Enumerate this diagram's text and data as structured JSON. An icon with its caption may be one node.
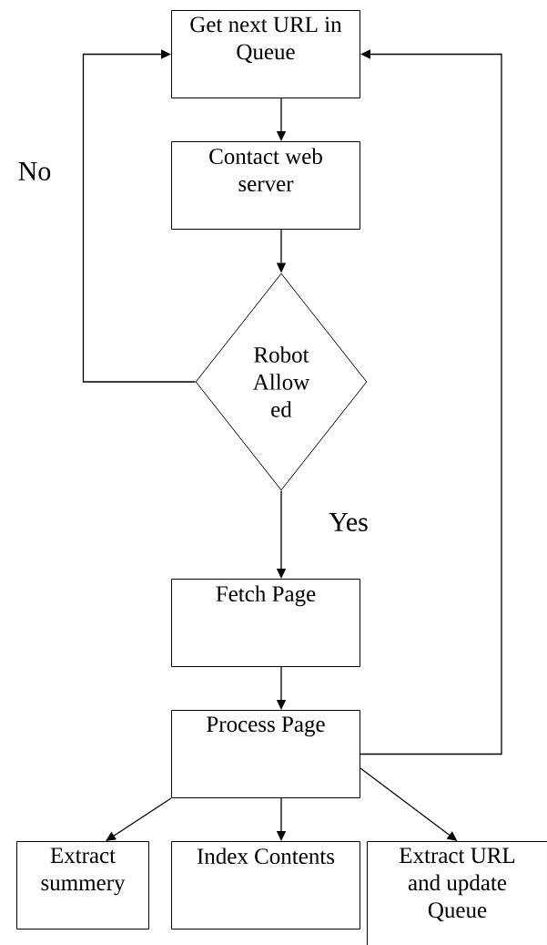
{
  "diagram": {
    "nodes": [
      {
        "text": [
          "Get next URL in Queue"
        ]
      },
      {
        "text": [
          "Contact web server"
        ]
      },
      {
        "text": [
          "Robot Allow ed"
        ]
      },
      {
        "text": [
          "Fetch Page"
        ]
      },
      {
        "text": [
          "Process Page"
        ]
      },
      {
        "text": [
          "Extract summery"
        ]
      },
      {
        "text": [
          "Index Contents"
        ]
      },
      {
        "text": [
          "Extract URL and update Queue"
        ]
      }
    ],
    "edges": [
      {
        "from": 0,
        "to": 1,
        "arrow": "to"
      },
      {
        "from": 1,
        "to": 2,
        "arrow": "to"
      },
      {
        "from": 2,
        "to": 0,
        "arrow": "to",
        "label": "No"
      },
      {
        "from": 2,
        "to": 3,
        "arrow": "to",
        "label": "Yes"
      },
      {
        "from": 3,
        "to": 4,
        "arrow": "to"
      },
      {
        "from": 4,
        "to": 0,
        "arrow": "to"
      },
      {
        "from": 4,
        "to": 5,
        "arrow": "to"
      },
      {
        "from": 4,
        "to": 6,
        "arrow": "to"
      },
      {
        "from": 4,
        "to": 7,
        "arrow": "to"
      }
    ]
  }
}
